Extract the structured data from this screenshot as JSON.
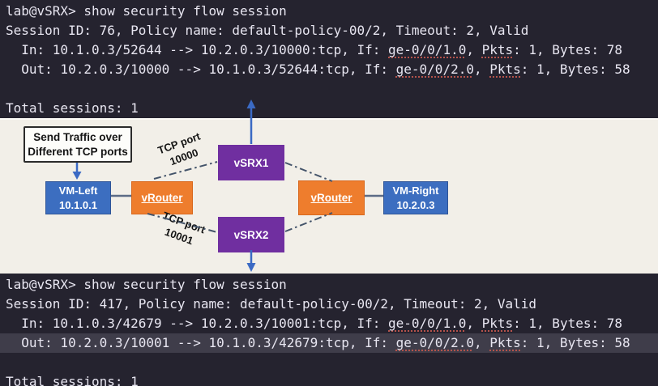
{
  "colors": {
    "terminal_bg": "#25232F",
    "terminal_text": "#E8E6F1",
    "highlight_row_bg": "#3F3D4A",
    "spellcheck_underline": "#B5534C",
    "diagram_bg": "#F2EFE8",
    "vm_box_blue": "#3C6EC0",
    "vrouter_orange": "#EE7D2D",
    "vsrx_purple": "#702FA0",
    "arrow_blue": "#3B6AC4",
    "connector_gray": "#5C6B85",
    "dashdot_line": "#44546A"
  },
  "terminal_top": {
    "prompt_line": "lab@vSRX> show security flow session",
    "session_line": "Session ID: 76, Policy name: default-policy-00/2, Timeout: 2, Valid",
    "in_line": {
      "pre": "  In: 10.1.0.3/52644 --> 10.2.0.3/10000:tcp, If: ",
      "if_name": "ge-0/0/1.0",
      "mid": ", ",
      "pkts_label": "Pkts",
      "post": ": 1, Bytes: 78"
    },
    "out_line": {
      "pre": "  Out: 10.2.0.3/10000 --> 10.1.0.3/52644:tcp, If: ",
      "if_name": "ge-0/0/2.0",
      "mid": ", ",
      "pkts_label": "Pkts",
      "post": ": 1, Bytes: 58"
    },
    "total_line": "Total sessions: 1"
  },
  "terminal_bottom": {
    "prompt_line": "lab@vSRX> show security flow session",
    "session_line": "Session ID: 417, Policy name: default-policy-00/2, Timeout: 2, Valid",
    "in_line": {
      "pre": "  In: 10.1.0.3/42679 --> 10.2.0.3/10001:tcp, If: ",
      "if_name": "ge-0/0/1.0",
      "mid": ", ",
      "pkts_label": "Pkts",
      "post": ": 1, Bytes: 78"
    },
    "out_line": {
      "pre": "  Out: 10.2.0.3/10001 --> 10.1.0.3/42679:tcp, If: ",
      "if_name": "ge-0/0/2.0",
      "mid": ", ",
      "pkts_label": "Pkts",
      "post": ": 1, Bytes: 58"
    },
    "total_line": "Total sessions: 1"
  },
  "diagram": {
    "callout": {
      "line1": "Send Traffic over",
      "line2": "Different TCP ports"
    },
    "vm_left": {
      "name": "VM-Left",
      "ip": "10.1.0.1"
    },
    "vrouter_left": {
      "label": "vRouter"
    },
    "vsrx1": {
      "label": "vSRX1"
    },
    "vsrx2": {
      "label": "vSRX2"
    },
    "vrouter_right": {
      "label": "vRouter"
    },
    "vm_right": {
      "name": "VM-Right",
      "ip": "10.2.0.3"
    },
    "tcp_top": {
      "line1": "TCP port",
      "line2": "10000"
    },
    "tcp_bottom": {
      "line1": "TCP port",
      "line2": "10001"
    }
  }
}
